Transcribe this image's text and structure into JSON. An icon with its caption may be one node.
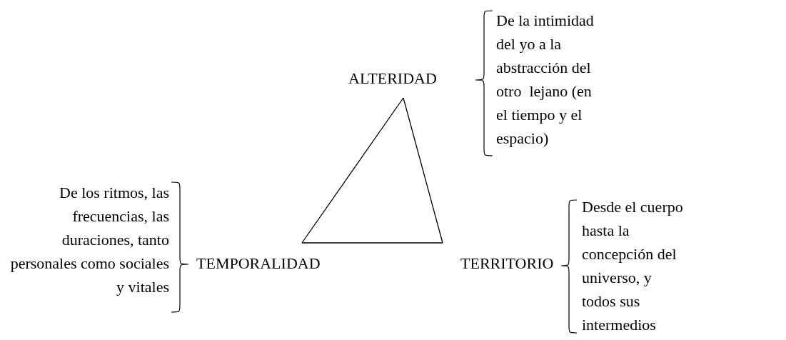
{
  "diagram": {
    "nodes": [
      {
        "text": [
          "ALTERIDAD"
        ],
        "beside": [
          "De la intimidad del yo a la abstracción del otro  lejano (en el tiempo y el espacio)"
        ]
      },
      {
        "text": [
          "TEMPORALIDAD"
        ],
        "beside": [
          "De los ritmos, las frecuencias, las duraciones, tanto personales como sociales y vitales"
        ]
      },
      {
        "text": [
          "TERRITORIO"
        ],
        "beside": [
          "Desde el cuerpo hasta la concepción del universo, y todos sus intermedios"
        ]
      }
    ],
    "edges": [
      {
        "from": 0,
        "to": 1,
        "arrow": "none"
      },
      {
        "from": 1,
        "to": 2,
        "arrow": "none"
      },
      {
        "from": 2,
        "to": 0,
        "arrow": "none"
      }
    ]
  }
}
